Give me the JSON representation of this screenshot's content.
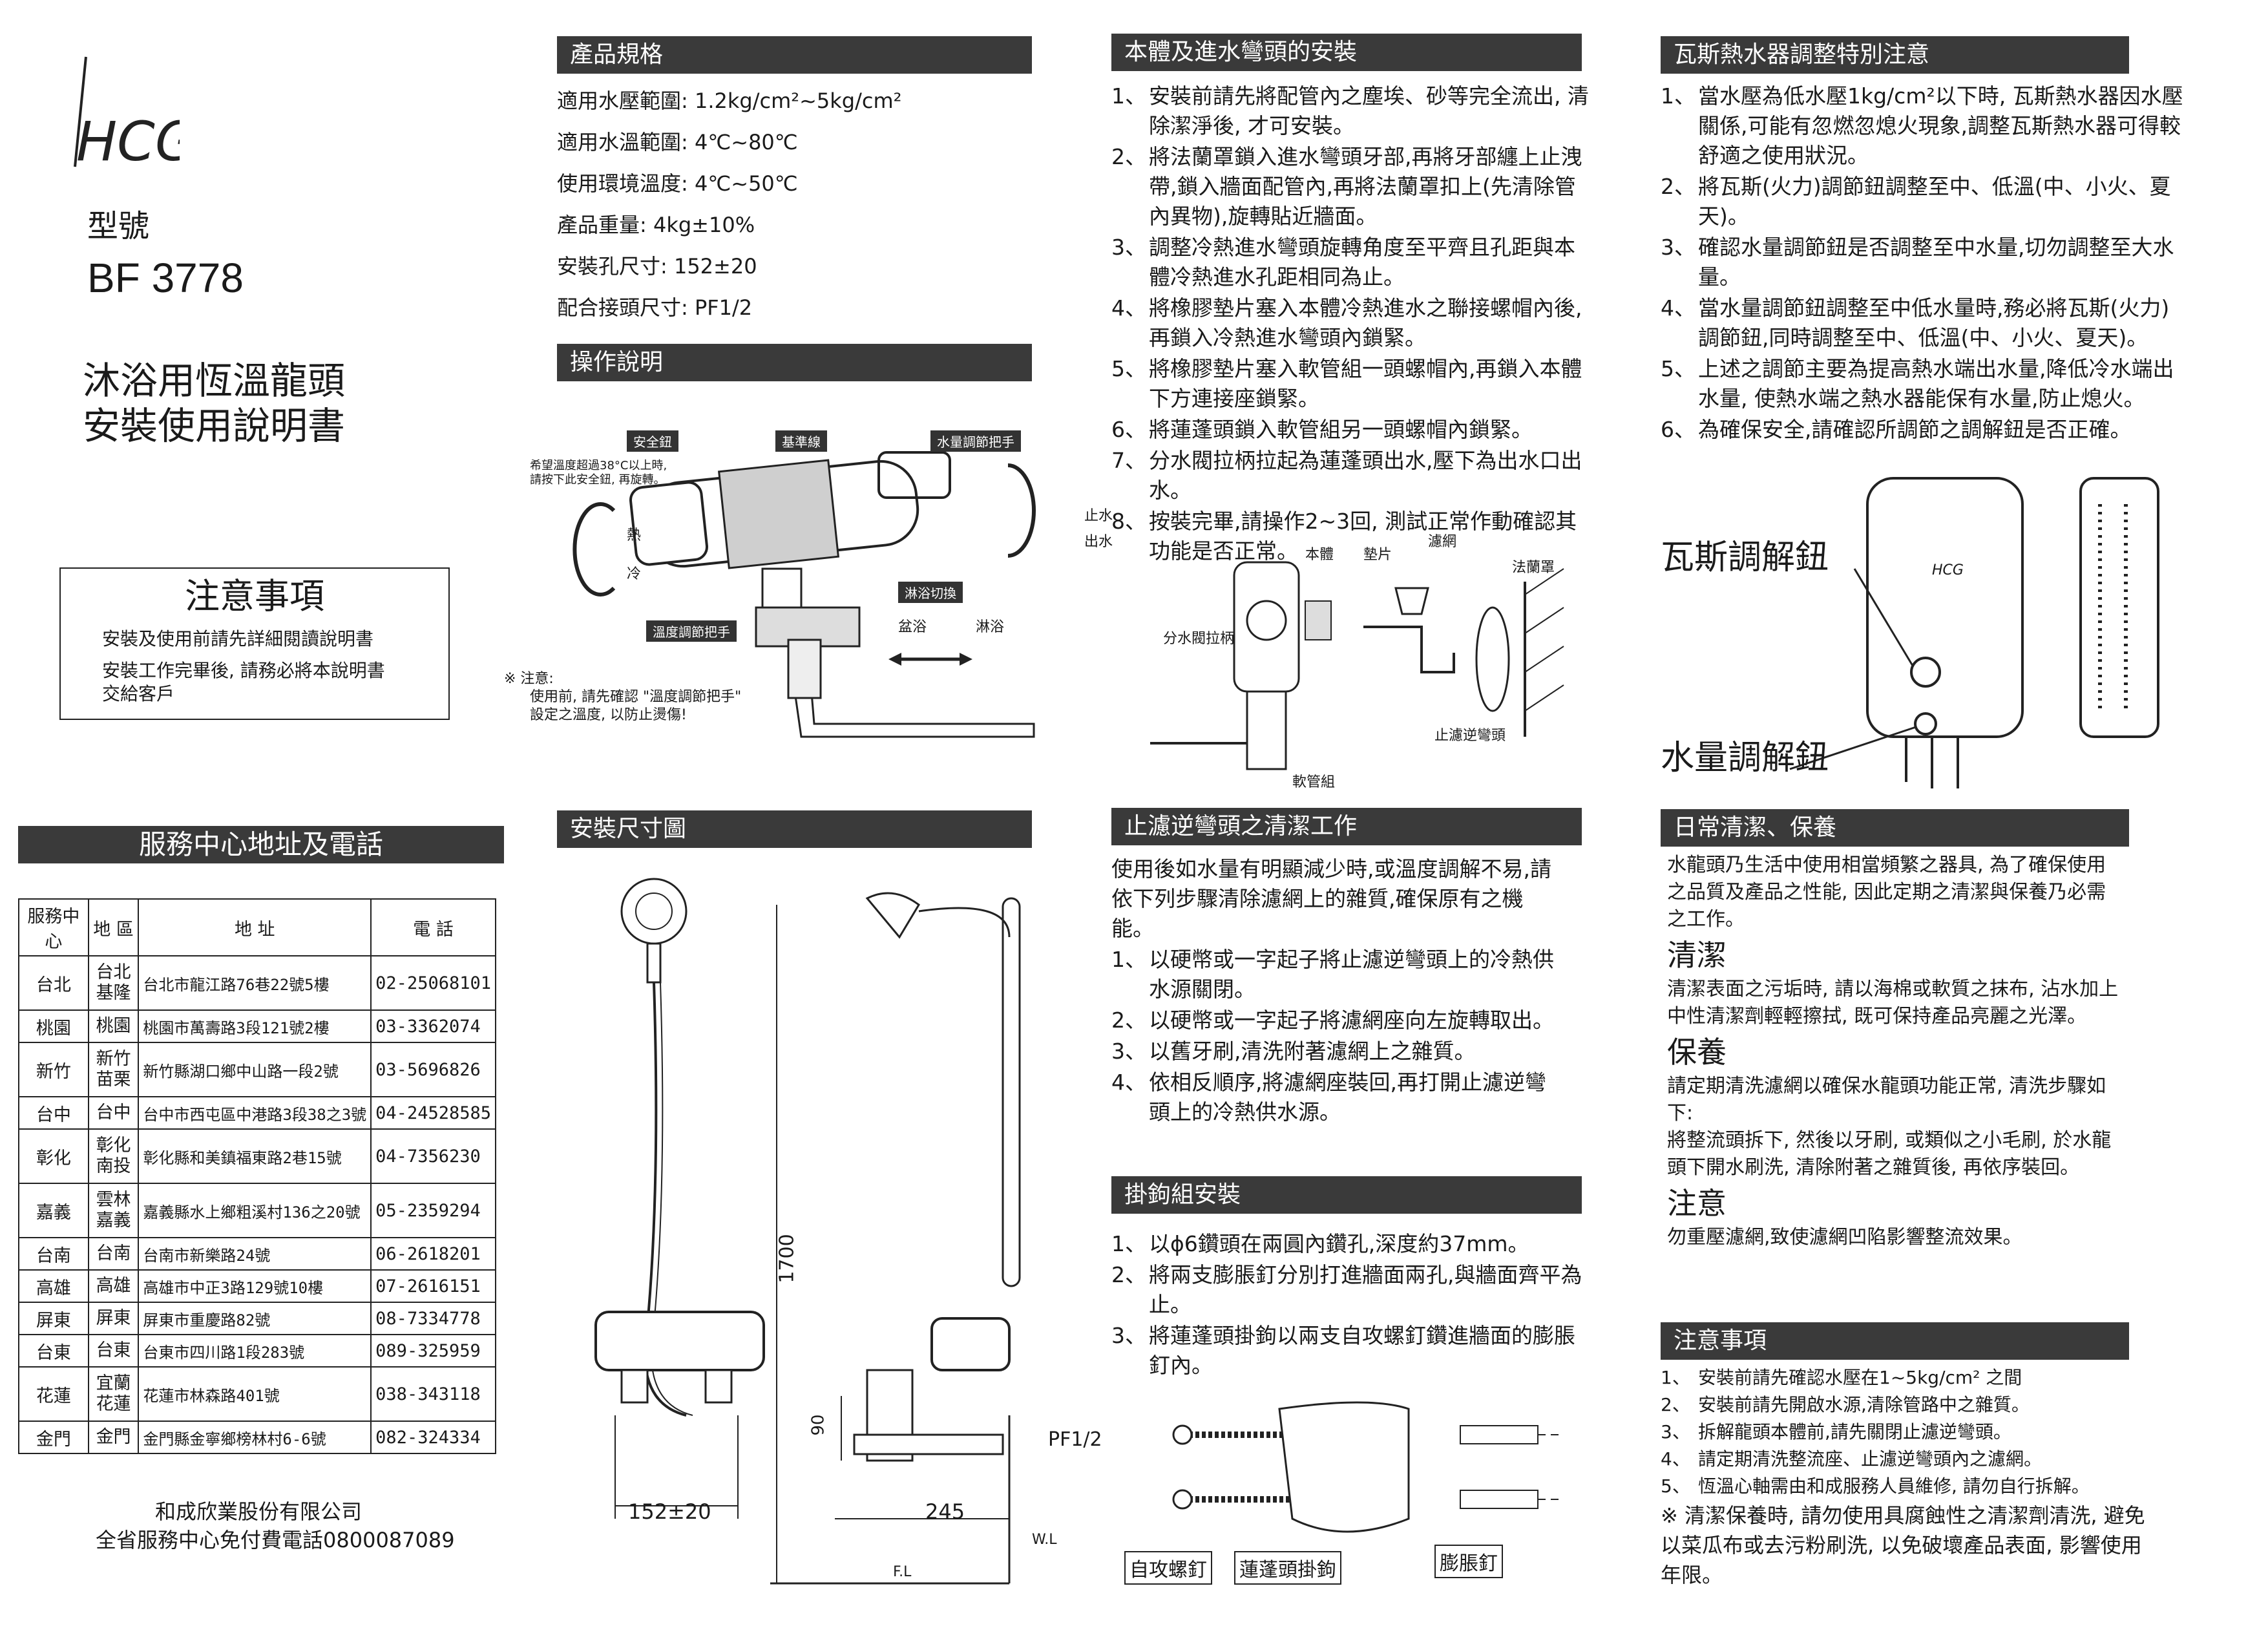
{
  "brand": "HCG",
  "model_label": "型號",
  "model_number": "BF 3778",
  "doc_title_line1": "沐浴用恆溫龍頭",
  "doc_title_line2": "安裝使用說明書",
  "notice_box": {
    "title": "注意事項",
    "line1": "安裝及使用前請先詳細閱讀說明書",
    "line2a": "安裝工作完畢後, 請務必將本說明書",
    "line2b": "交給客戶"
  },
  "service_center": {
    "title": "服務中心地址及電話",
    "headers": [
      "服務中心",
      "地 區",
      "地 址",
      "電 話"
    ],
    "rows": [
      {
        "center": "台北",
        "area": "台北\n基隆",
        "address": "台北市龍江路76巷22號5樓",
        "phone": "02-25068101"
      },
      {
        "center": "桃園",
        "area": "桃園",
        "address": "桃園市萬壽路3段121號2樓",
        "phone": "03-3362074"
      },
      {
        "center": "新竹",
        "area": "新竹\n苗栗",
        "address": "新竹縣湖口鄉中山路一段2號",
        "phone": "03-5696826"
      },
      {
        "center": "台中",
        "area": "台中",
        "address": "台中市西屯區中港路3段38之3號",
        "phone": "04-24528585"
      },
      {
        "center": "彰化",
        "area": "彰化\n南投",
        "address": "彰化縣和美鎮福東路2巷15號",
        "phone": "04-7356230"
      },
      {
        "center": "嘉義",
        "area": "雲林\n嘉義",
        "address": "嘉義縣水上鄉粗溪村136之20號",
        "phone": "05-2359294"
      },
      {
        "center": "台南",
        "area": "台南",
        "address": "台南市新樂路24號",
        "phone": "06-2618201"
      },
      {
        "center": "高雄",
        "area": "高雄",
        "address": "高雄市中正3路129號10樓",
        "phone": "07-2616151"
      },
      {
        "center": "屏東",
        "area": "屏東",
        "address": "屏東市重慶路82號",
        "phone": "08-7334778"
      },
      {
        "center": "台東",
        "area": "台東",
        "address": "台東市四川路1段283號",
        "phone": "089-325959"
      },
      {
        "center": "花蓮",
        "area": "宜蘭\n花蓮",
        "address": "花蓮市林森路401號",
        "phone": "038-343118"
      },
      {
        "center": "金門",
        "area": "金門",
        "address": "金門縣金寧鄉榜林村6-6號",
        "phone": "082-324334"
      }
    ],
    "company": "和成欣業股份有限公司",
    "hotline": "全省服務中心免付費電話0800087089"
  },
  "specs": {
    "title": "產品規格",
    "items": [
      "適用水壓範圍: 1.2kg/cm²~5kg/cm²",
      "適用水溫範圍: 4℃~80℃",
      "使用環境溫度: 4℃~50℃",
      "產品重量: 4kg±10%",
      "安裝孔尺寸: 152±20",
      "配合接頭尺寸: PF1/2"
    ]
  },
  "operation": {
    "title": "操作說明",
    "labels": {
      "safety_button": "安全鈕",
      "reference_line": "基準線",
      "flow_handle": "水量調節把手",
      "safety_note": "希望溫度超過38°C以上時,\n請按下此安全鈕, 再旋轉。",
      "hot": "熱",
      "cold": "冷",
      "stop_water": "止水",
      "out_water": "出水",
      "temp_handle": "溫度調節把手",
      "switch": "淋浴切換",
      "bath": "盆浴",
      "shower": "淋浴",
      "note_mark": "※ 注意:",
      "note_line1": "使用前, 請先確認 \"溫度調節把手\"",
      "note_line2": "設定之溫度, 以防止燙傷!"
    }
  },
  "dimensions": {
    "title": "安裝尺寸圖",
    "h1700": "1700",
    "h90": "90",
    "w152": "152±20",
    "w245": "245",
    "pf": "PF1/2",
    "wl": "W.L",
    "fl": "F.L"
  },
  "install_body": {
    "title": "本體及進水彎頭的安裝",
    "items": [
      {
        "n": "1、",
        "text": "安裝前請先將配管內之塵埃、砂等完全流出, 清除潔淨後, 才可安裝。"
      },
      {
        "n": "2、",
        "text": "將法蘭罩鎖入進水彎頭牙部,再將牙部纏上止洩帶,鎖入牆面配管內,再將法蘭罩扣上(先清除管內異物),旋轉貼近牆面。"
      },
      {
        "n": "3、",
        "text": "調整冷熱進水彎頭旋轉角度至平齊且孔距與本體冷熱進水孔距相同為止。"
      },
      {
        "n": "4、",
        "text": "將橡膠墊片塞入本體冷熱進水之聯接螺帽內後,再鎖入冷熱進水彎頭內鎖緊。"
      },
      {
        "n": "5、",
        "text": "將橡膠墊片塞入軟管組一頭螺帽內,再鎖入本體下方連接座鎖緊。"
      },
      {
        "n": "6、",
        "text": "將蓮蓬頭鎖入軟管組另一頭螺帽內鎖緊。"
      },
      {
        "n": "7、",
        "text": "分水閥拉柄拉起為蓮蓬頭出水,壓下為出水口出水。"
      },
      {
        "n": "8、",
        "text": "按裝完畢,請操作2~3回, 測試正常作動確認其功能是否正常。"
      }
    ],
    "diagram_labels": {
      "body": "本體",
      "gasket": "墊片",
      "filter": "濾網",
      "flange": "法蘭罩",
      "diverter": "分水閥拉柄",
      "check_elbow": "止濾逆彎頭",
      "hose": "軟管組"
    }
  },
  "filter_clean": {
    "title": "止濾逆彎頭之清潔工作",
    "intro": "使用後如水量有明顯減少時,或溫度調解不易,請依下列步驟清除濾網上的雜質,確保原有之機能。",
    "items": [
      {
        "n": "1、",
        "text": "以硬幣或一字起子將止濾逆彎頭上的冷熱供水源關閉。"
      },
      {
        "n": "2、",
        "text": "以硬幣或一字起子將濾網座向左旋轉取出。"
      },
      {
        "n": "3、",
        "text": "以舊牙刷,清洗附著濾網上之雜質。"
      },
      {
        "n": "4、",
        "text": "依相反順序,將濾網座裝回,再打開止濾逆彎頭上的冷熱供水源。"
      }
    ]
  },
  "hook_install": {
    "title": "掛鉤組安裝",
    "items": [
      {
        "n": "1、",
        "text": "以ϕ6鑽頭在兩圓內鑽孔,深度約37mm。"
      },
      {
        "n": "2、",
        "text": "將兩支膨脹釘分別打進牆面兩孔,與牆面齊平為止。"
      },
      {
        "n": "3、",
        "text": "將蓮蓬頭掛鉤以兩支自攻螺釘鑽進牆面的膨脹釘內。"
      }
    ],
    "labels": {
      "screw": "自攻螺釘",
      "hook": "蓮蓬頭掛鉤",
      "anchor": "膨脹釘"
    }
  },
  "gas_heater": {
    "title": "瓦斯熱水器調整特別注意",
    "items": [
      {
        "n": "1、",
        "text": "當水壓為低水壓1kg/cm²以下時, 瓦斯熱水器因水壓關係,可能有忽燃忽熄火現象,調整瓦斯熱水器可得較舒適之使用狀況。"
      },
      {
        "n": "2、",
        "text": "將瓦斯(火力)調節鈕調整至中、低溫(中、小火、夏天)。"
      },
      {
        "n": "3、",
        "text": "確認水量調節鈕是否調整至中水量,切勿調整至大水量。"
      },
      {
        "n": "4、",
        "text": "當水量調節鈕調整至中低水量時,務必將瓦斯(火力)調節鈕,同時調整至中、低溫(中、小火、夏天)。"
      },
      {
        "n": "5、",
        "text": "上述之調節主要為提高熱水端出水量,降低冷水端出水量, 使熱水端之熱水器能保有水量,防止熄火。"
      },
      {
        "n": "6、",
        "text": "為確保安全,請確認所調節之調解鈕是否正確。"
      }
    ],
    "gas_knob": "瓦斯調解鈕",
    "water_knob": "水量調解鈕",
    "heater_brand": "HCG"
  },
  "care": {
    "title": "日常清潔、保養",
    "intro": "水龍頭乃生活中使用相當頻繁之器具, 為了確保使用之品質及產品之性能, 因此定期之清潔與保養乃必需之工作。",
    "clean_head": "清潔",
    "clean_text": "清潔表面之污垢時, 請以海棉或軟質之抹布, 沾水加上中性清潔劑輕輕擦拭, 既可保持產品亮麗之光澤。",
    "maint_head": "保養",
    "maint_text1": "請定期清洗濾網以確保水龍頭功能正常, 清洗步驟如下:",
    "maint_text2": "將整流頭拆下, 然後以牙刷, 或類似之小毛刷, 於水龍頭下開水刷洗, 清除附著之雜質後, 再依序裝回。",
    "caution_head": "注意",
    "caution_text": "勿重壓濾網,致使濾網凹陷影響整流效果。"
  },
  "cautions": {
    "title": "注意事項",
    "items": [
      {
        "n": "1、",
        "text": "安裝前請先確認水壓在1~5kg/cm² 之間"
      },
      {
        "n": "2、",
        "text": "安裝前請先開啟水源,清除管路中之雜質。"
      },
      {
        "n": "3、",
        "text": "拆解龍頭本體前,請先關閉止濾逆彎頭。"
      },
      {
        "n": "4、",
        "text": "請定期清洗整流座、止濾逆彎頭內之濾網。"
      },
      {
        "n": "5、",
        "text": "恆溫心軸需由和成服務人員維修, 請勿自行拆解。"
      }
    ],
    "note": "※ 清潔保養時, 請勿使用具腐蝕性之清潔劑清洗, 避免以菜瓜布或去污粉刷洗, 以免破壞產品表面, 影響使用年限。"
  }
}
